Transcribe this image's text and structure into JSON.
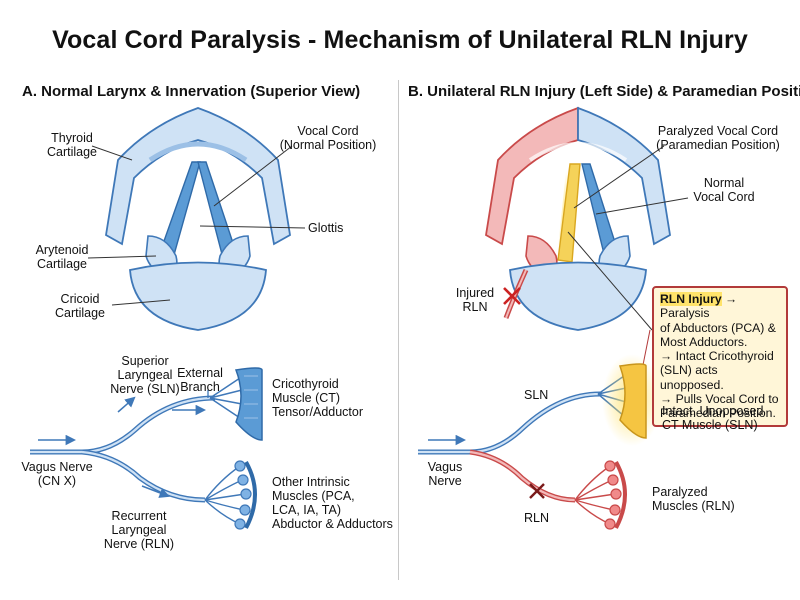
{
  "title": "Vocal Cord Paralysis - Mechanism of Unilateral RLN Injury",
  "panel_a": {
    "heading": "A. Normal Larynx & Innervation (Superior View)",
    "thyroid": [
      "Thyroid",
      "Cartilage"
    ],
    "vocal_cord": [
      "Vocal Cord",
      "(Normal Position)"
    ],
    "glottis": "Glottis",
    "arytenoid": [
      "Arytenoid",
      "Cartilage"
    ],
    "cricoid": [
      "Cricoid",
      "Cartilage"
    ],
    "sln": [
      "Superior",
      "Laryngeal",
      "Nerve (SLN)"
    ],
    "external": [
      "External",
      "Branch"
    ],
    "ct_muscle": [
      "Cricothyroid",
      "Muscle (CT)",
      "Tensor/Adductor"
    ],
    "vagus": [
      "Vagus Nerve",
      "(CN X)"
    ],
    "rln": [
      "Recurrent",
      "Laryngeal",
      "Nerve (RLN)"
    ],
    "intrinsic": [
      "Other Intrinsic",
      "Muscles (PCA,",
      "LCA, IA, TA)",
      "Abductor & Adductors"
    ]
  },
  "panel_b": {
    "heading": "B. Unilateral RLN Injury (Left Side) & Paramedian Position",
    "paralyzed_cord": [
      "Paralyzed Vocal Cord",
      "(Paramedian Position)"
    ],
    "normal_cord": [
      "Normal",
      "Vocal Cord"
    ],
    "injured_rln": [
      "Injured",
      "RLN"
    ],
    "note": {
      "highlight": "RLN Injury",
      "line1": " → Paralysis",
      "line2": "of Abductors (PCA) &",
      "line3": "Most Adductors.",
      "line4": "→ Intact Cricothyroid",
      "line5": "(SLN) acts unopposed.",
      "line6": "→ Pulls Vocal Cord to",
      "line7": "Paramedian Position."
    },
    "sln": "SLN",
    "intact_ct": [
      "Intact, Unopposed",
      "CT Muscle (SLN)"
    ],
    "vagus": [
      "Vagus",
      "Nerve"
    ],
    "rln": "RLN",
    "paralyzed_muscles": [
      "Paralyzed",
      "Muscles (RLN)"
    ]
  },
  "colors": {
    "normal_fill": "#cfe2f5",
    "normal_stroke": "#3f78b8",
    "cord_blue": "#5b9bd5",
    "paralyzed_fill": "#f3b9b9",
    "paralyzed_stroke": "#c94a4a",
    "yellow": "#f5c542",
    "note_border": "#b23a3a"
  },
  "icons": [
    "nerve-arrow-icon",
    "injury-x-icon"
  ]
}
